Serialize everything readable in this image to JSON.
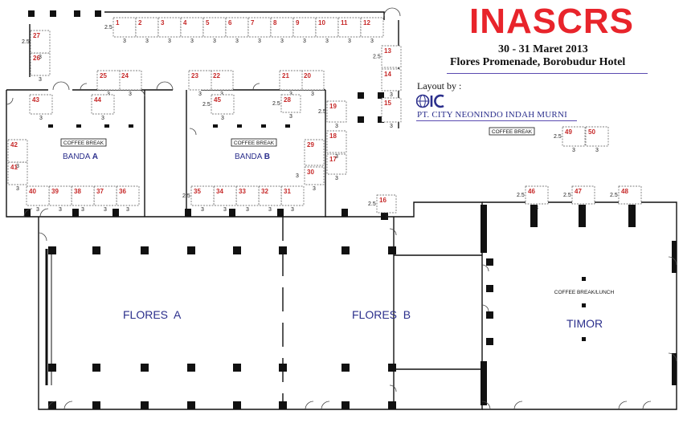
{
  "header": {
    "title": "INASCRS",
    "date": "30 - 31 Maret 2013",
    "venue": "Flores Promenade, Borobudur Hotel",
    "layout_by": "Layout by :",
    "organizer": "PT. CITY NEONINDO INDAH MURNI",
    "logo_icon": "city-neonindo-logo-icon"
  },
  "rooms": {
    "banda_a_prefix": "BANDA",
    "banda_a_letter": "A",
    "banda_b_prefix": "BANDA",
    "banda_b_letter": "B",
    "flores_a": "FLORES  A",
    "flores_b": "FLORES  B",
    "timor": "TIMOR",
    "coffee_break": "COFFEE BREAK",
    "coffee_break_lunch": "COFFEE BREAK/LUNCH"
  },
  "booths": [
    {
      "n": "1",
      "d": "2.5"
    },
    {
      "n": "2",
      "d": ""
    },
    {
      "n": "3",
      "d": ""
    },
    {
      "n": "4",
      "d": ""
    },
    {
      "n": "5",
      "d": ""
    },
    {
      "n": "6",
      "d": ""
    },
    {
      "n": "7",
      "d": ""
    },
    {
      "n": "8",
      "d": ""
    },
    {
      "n": "9",
      "d": ""
    },
    {
      "n": "10",
      "d": ""
    },
    {
      "n": "11",
      "d": ""
    },
    {
      "n": "12",
      "d": ""
    },
    {
      "n": "13",
      "d": "2.5"
    },
    {
      "n": "14",
      "d": ""
    },
    {
      "n": "15",
      "d": ""
    },
    {
      "n": "16",
      "d": "2.5"
    },
    {
      "n": "17",
      "d": ""
    },
    {
      "n": "18",
      "d": ""
    },
    {
      "n": "19",
      "d": "2.5"
    },
    {
      "n": "20",
      "d": ""
    },
    {
      "n": "21",
      "d": ""
    },
    {
      "n": "22",
      "d": ""
    },
    {
      "n": "23",
      "d": ""
    },
    {
      "n": "24",
      "d": ""
    },
    {
      "n": "25",
      "d": ""
    },
    {
      "n": "26",
      "d": ""
    },
    {
      "n": "27",
      "d": "2.5"
    },
    {
      "n": "28",
      "d": "2.5"
    },
    {
      "n": "29",
      "d": ""
    },
    {
      "n": "30",
      "d": "3"
    },
    {
      "n": "31",
      "d": ""
    },
    {
      "n": "32",
      "d": ""
    },
    {
      "n": "33",
      "d": ""
    },
    {
      "n": "34",
      "d": ""
    },
    {
      "n": "35",
      "d": "2.5"
    },
    {
      "n": "36",
      "d": ""
    },
    {
      "n": "37",
      "d": ""
    },
    {
      "n": "38",
      "d": ""
    },
    {
      "n": "39",
      "d": ""
    },
    {
      "n": "40",
      "d": ""
    },
    {
      "n": "41",
      "d": ""
    },
    {
      "n": "42",
      "d": ""
    },
    {
      "n": "43",
      "d": ""
    },
    {
      "n": "44",
      "d": ""
    },
    {
      "n": "45",
      "d": "2.5"
    },
    {
      "n": "46",
      "d": "2.5"
    },
    {
      "n": "47",
      "d": "2.5"
    },
    {
      "n": "48",
      "d": "2.5"
    },
    {
      "n": "49",
      "d": "2.5"
    },
    {
      "n": "50",
      "d": ""
    }
  ],
  "dims": {
    "three": "3",
    "two_five": "2.5"
  }
}
